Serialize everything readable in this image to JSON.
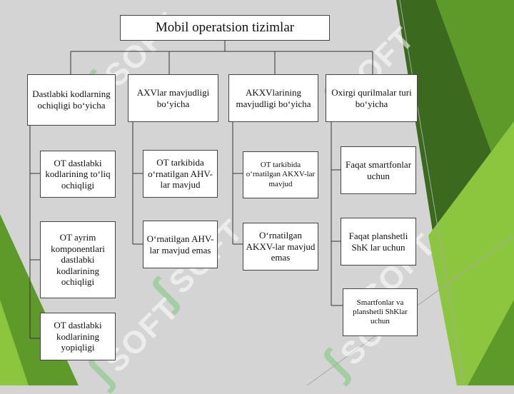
{
  "title": "Mobil operatsion tizimlar",
  "watermark": "SOFT",
  "colors": {
    "background": "#d4d4d4",
    "green_dark": "#3b6a1f",
    "green_mid": "#5d9a2a",
    "green_light": "#8cc63f"
  },
  "columns": [
    {
      "header": "Dastlabki kodlarning ochiqligi bo‘yicha",
      "items": [
        "OT dastlabki kodlarining to‘liq ochiqligi",
        "OT ayrim komponentlari dastlabki kodlarining ochiqligi",
        "OT dastlabki kodlarining yopiqligi"
      ]
    },
    {
      "header": "AXVlar mavjudligi bo‘yicha",
      "items": [
        "OT tarkibida o‘rnatilgan AHV-lar mavjud",
        "O‘rnatilgan AHV-lar mavjud emas"
      ]
    },
    {
      "header": "AKXVlarining mavjudligi bo‘yicha",
      "items": [
        "OT tarkibida o‘rnatilgan AKXV-lar mavjud",
        "O‘rnatilgan AKXV-lar mavjud emas"
      ]
    },
    {
      "header": "Oxirgi qurilmalar turi bo‘yicha",
      "items": [
        "Faqat smartfonlar uchun",
        "Faqat planshetli ShK lar uchun",
        "Smartfonlar va planshetli ShKlar uchun"
      ]
    }
  ]
}
